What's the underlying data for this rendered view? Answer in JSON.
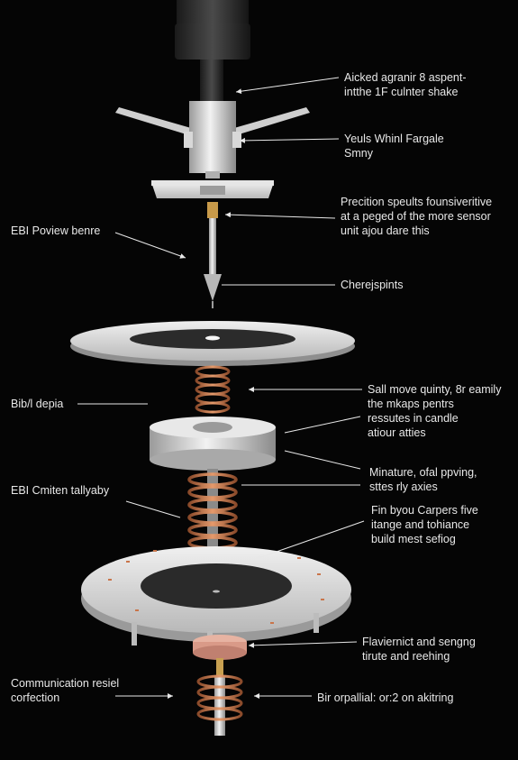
{
  "colors": {
    "background": "#050505",
    "text": "#e8e8e8",
    "metal": "#c9c9c9",
    "copper": "#c9754a",
    "dark_metal": "#2a2a2a"
  },
  "labels": {
    "top_right_1": "Aicked agranir 8 aspent-\nintthe 1F culnter shake",
    "top_right_2": "Yeuls Whinl Fargale\nSmny",
    "mid_right_1": "Precition speults founsiveritive\nat a peged of the more sensor\nunit ajou dare this",
    "left_1": "EBI Poview benre",
    "right_tip": "Cherejspints",
    "right_spring": "Sall move quinty, 8r eamily\nthe mkaps pentrs\nressutes in candle\natiour atties",
    "left_2": "Bib/l depia",
    "right_miniature": "Minature, ofal ppving,\nsttes rly axies",
    "left_3": "EBI Cmiten tallyaby",
    "right_fin": "Fin byou Carpers five\nitange and tohiance\nbuild mest sefiog",
    "right_flaviernict": "Flaviernict and sengng\ntirute and reehing",
    "left_comm": "Communication resiel\ncorfection",
    "right_bottom": "Bir orpallial: or:2 on akitring"
  },
  "icons": {
    "assembly": "exploded-sensor-assembly-illustration",
    "leader": "arrow-leader-line"
  }
}
